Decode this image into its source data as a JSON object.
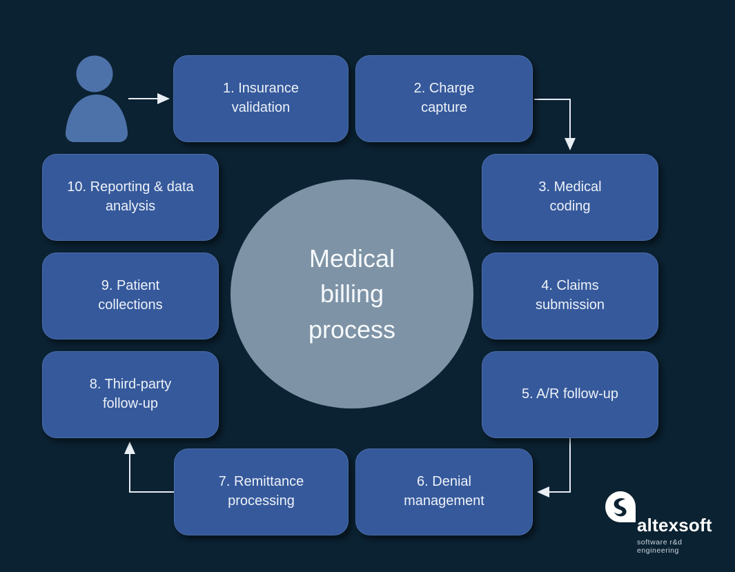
{
  "colors": {
    "background": "#0b2232",
    "box_fill": "#35599b",
    "box_border": "#4a6ca8",
    "box_text": "#eef2f8",
    "circle_fill": "#7e93a6",
    "circle_text": "#f7fafc",
    "person_fill": "#4d72a9",
    "arrow": "#e9eef5",
    "logo_white": "#ffffff",
    "logo_tagline": "#cfd9e2"
  },
  "center": {
    "title": "Medical\nbilling\nprocess"
  },
  "steps": [
    {
      "label": "1. Insurance\nvalidation"
    },
    {
      "label": "2. Charge\ncapture"
    },
    {
      "label": "3. Medical\ncoding"
    },
    {
      "label": "4. Claims\nsubmission"
    },
    {
      "label": "5. A/R follow-up"
    },
    {
      "label": "6. Denial\nmanagement"
    },
    {
      "label": "7. Remittance\nprocessing"
    },
    {
      "label": "8. Third-party\nfollow-up"
    },
    {
      "label": "9. Patient\ncollections"
    },
    {
      "label": "10. Reporting & data\nanalysis"
    }
  ],
  "logo": {
    "name": "altexsoft",
    "tagline": "software r&d engineering"
  }
}
